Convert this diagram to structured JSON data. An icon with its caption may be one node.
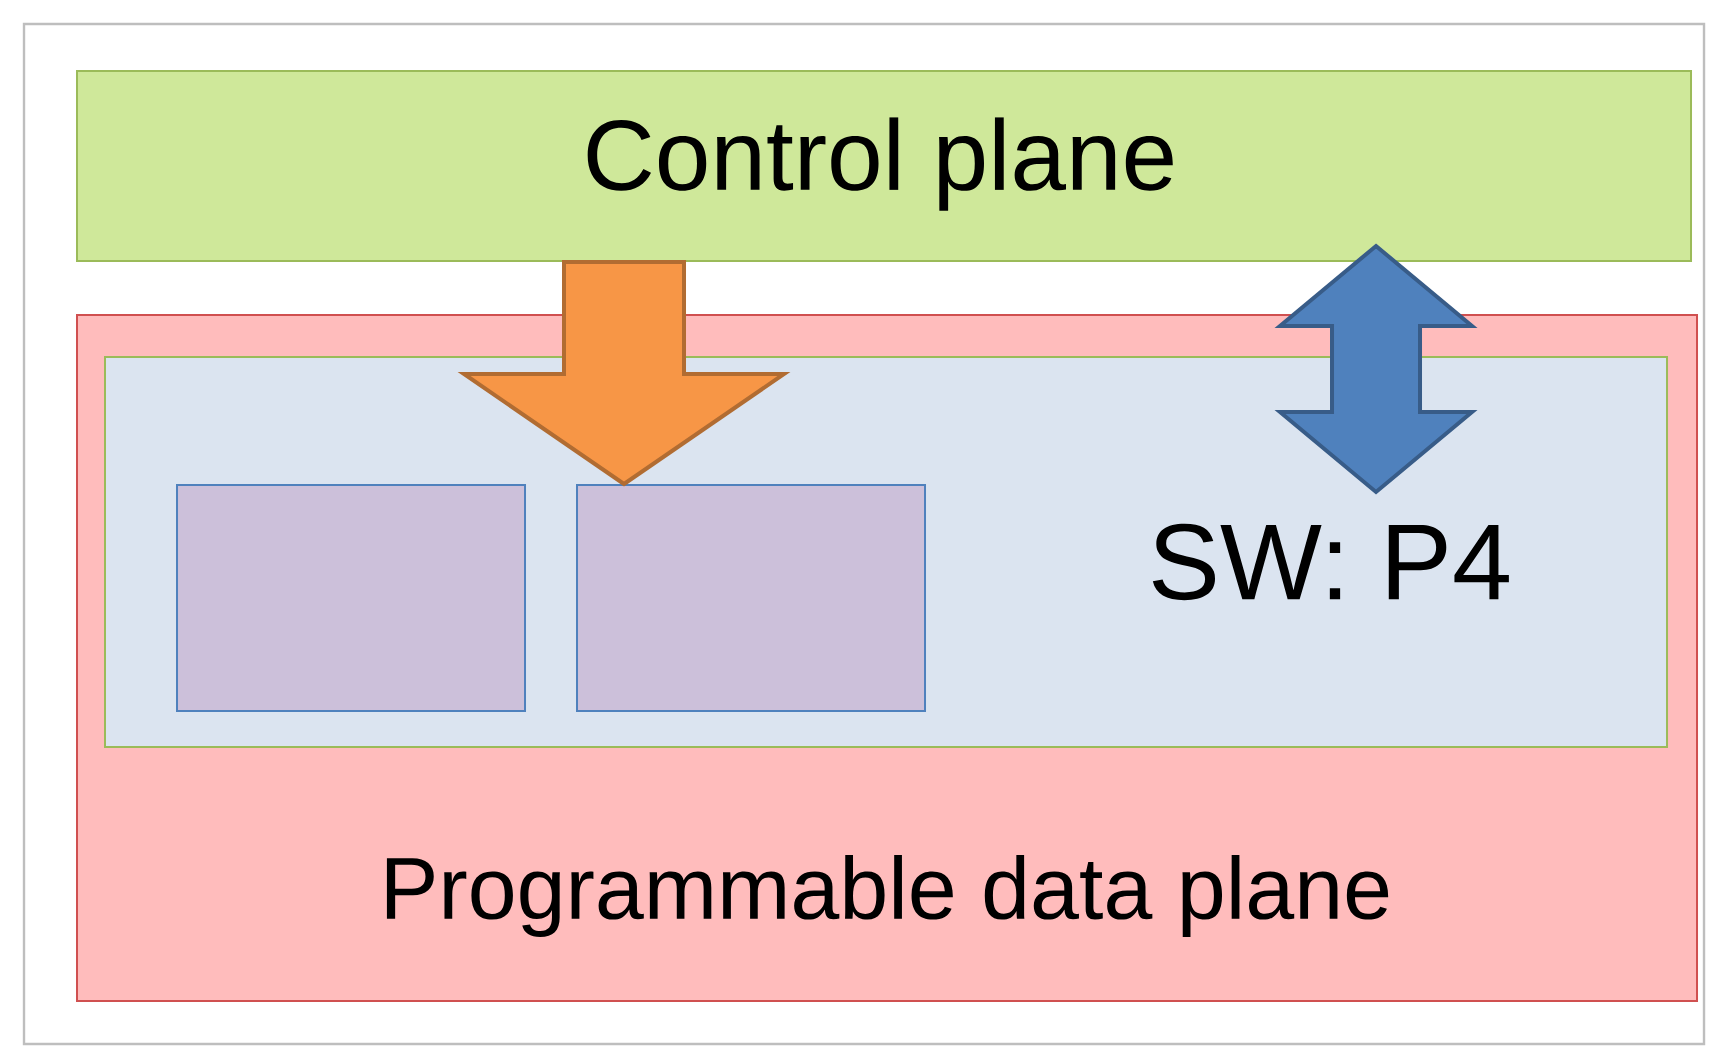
{
  "diagram": {
    "nodes": [
      {
        "text": [
          "Control plane"
        ]
      },
      {
        "text": [
          "Programmable data plane"
        ]
      },
      {
        "text": [
          "SW: P4"
        ],
        "in": 1
      },
      {
        "text": [],
        "shape": "box",
        "in": 2
      },
      {
        "text": [],
        "shape": "box",
        "in": 2
      }
    ],
    "edges": [
      {
        "from": 0,
        "to": 4,
        "arrow": "to",
        "color": "#f79646"
      },
      {
        "from": 0,
        "to": 2,
        "arrow": "both",
        "color": "#4f81bd"
      }
    ]
  }
}
